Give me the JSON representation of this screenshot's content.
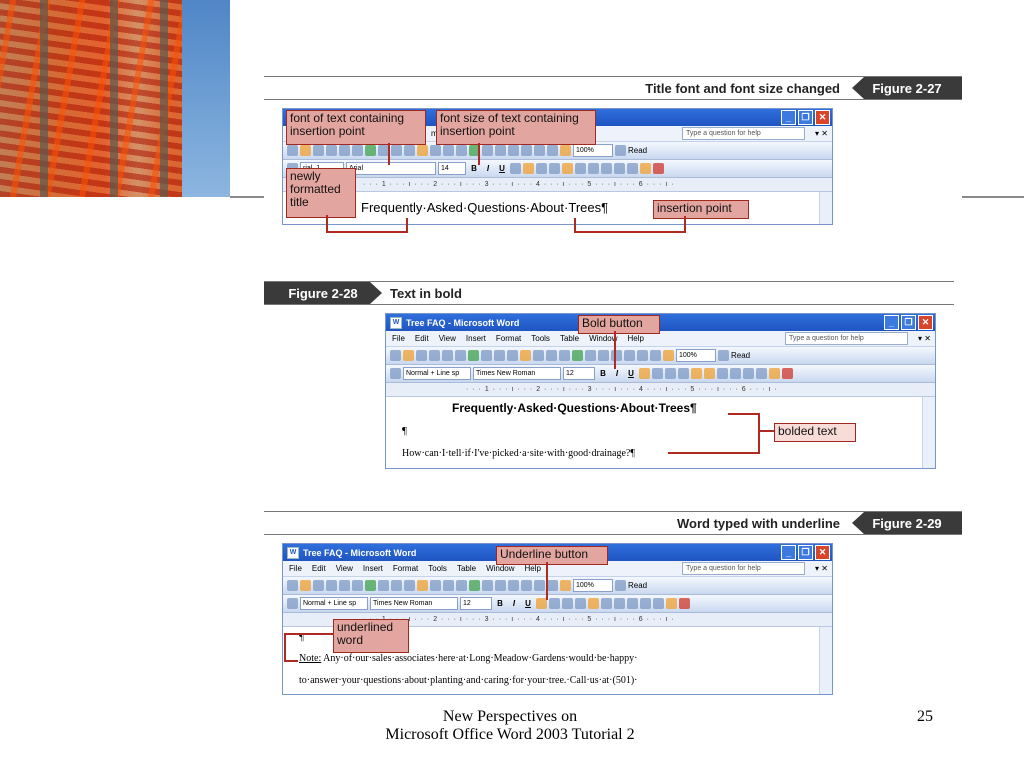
{
  "figures": {
    "fig27": {
      "caption": "Title font and font size changed",
      "tag": "Figure 2-27"
    },
    "fig28": {
      "caption": "Text in bold",
      "tag": "Figure 2-28"
    },
    "fig29": {
      "caption": "Word typed with underline",
      "tag": "Figure 2-29"
    }
  },
  "win1": {
    "callout_font": "font of text containing insertion point",
    "callout_size": "font size of text containing insertion point",
    "callout_title": "newly formatted title",
    "callout_ip": "insertion point",
    "style_combo": "rial, 1",
    "font_combo": "Arial",
    "size_combo": "14",
    "zoom": "100%",
    "ask": "Type a question for help",
    "read": "Read",
    "doc_text": "Frequently·Asked·Questions·About·Trees¶",
    "menu_cut": "mat"
  },
  "win2": {
    "title": "Tree FAQ - Microsoft Word",
    "menus": [
      "File",
      "Edit",
      "View",
      "Insert",
      "Format",
      "Tools",
      "Table",
      "Window",
      "Help"
    ],
    "ask": "Type a question for help",
    "style_combo": "Normal + Line sp",
    "font_combo": "Times New Roman",
    "size_combo": "12",
    "zoom": "100%",
    "read": "Read",
    "callout_bold": "Bold button",
    "callout_bolded": "bolded text",
    "line1": "Frequently·Asked·Questions·About·Trees¶",
    "line2": "¶",
    "line3": "How·can·I·tell·if·I've·picked·a·site·with·good·drainage?¶"
  },
  "win3": {
    "title": "Tree FAQ - Microsoft Word",
    "menus": [
      "File",
      "Edit",
      "View",
      "Insert",
      "Format",
      "Tools",
      "Table",
      "Window",
      "Help"
    ],
    "ask": "Type a question for help",
    "style_combo": "Normal + Line sp",
    "font_combo": "Times New Roman",
    "size_combo": "12",
    "zoom": "100%",
    "read": "Read",
    "callout_underline": "Underline button",
    "callout_word": "underlined word",
    "line1": "¶",
    "note": "Note:",
    "line2": "Any·of·our·sales·associates·here·at·Long·Meadow·Gardens·would·be·happy·",
    "line3": "to·answer·your·questions·about·planting·and·caring·for·your·tree.·Call·us·at·(501)·"
  },
  "ruler_text": "· · · 1 · · · ı · · · 2 · · · ı · · · 3 · · · ı · · · 4 · · · ı · · · 5 · · · ı · · · 6 · · · ı ·",
  "footer": {
    "line1": "New Perspectives on",
    "line2": "Microsoft Office Word 2003 Tutorial 2",
    "page": "25"
  },
  "colors": {
    "callout_fill": "#e3a59f",
    "callout_border": "#a0281f",
    "title_blue": "#1f55c2",
    "caption_dark": "#3a3a3a"
  }
}
